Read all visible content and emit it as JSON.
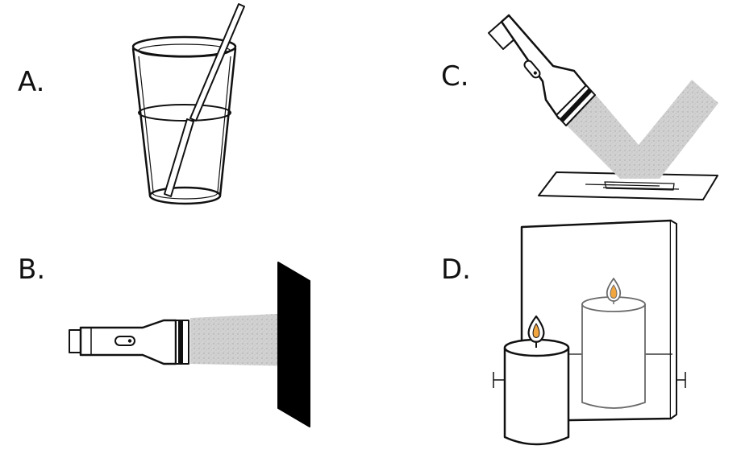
{
  "panels": {
    "a": {
      "label": "A.",
      "illustration": "straw-in-water-glass"
    },
    "b": {
      "label": "B.",
      "illustration": "flashlight-beam-on-opaque-board"
    },
    "c": {
      "label": "C.",
      "illustration": "flashlight-beam-reflecting-off-mirror"
    },
    "d": {
      "label": "D.",
      "illustration": "candles-reflected-in-glass-pane"
    }
  },
  "colors": {
    "ink": "#111111",
    "beam": "#d4d4d4",
    "opaque_board": "#000000",
    "background": "#ffffff"
  }
}
